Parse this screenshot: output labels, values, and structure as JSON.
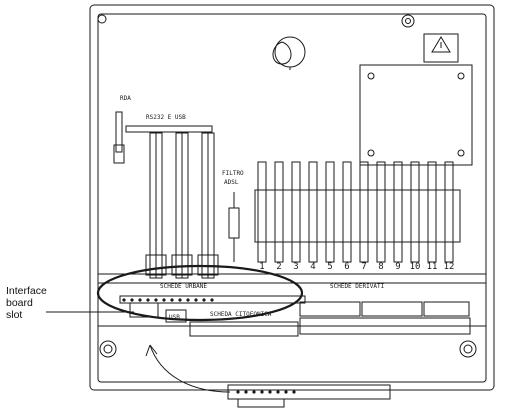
{
  "callout": {
    "lines": [
      "Interface",
      "board",
      "slot"
    ]
  },
  "labels": {
    "rda": "RDA",
    "rs232_usb": "RS232 E USB",
    "filtro": "FILTRO",
    "adsl": "ADSL",
    "schede_urbane": "SCHEDE URBANE",
    "schede_derivati": "SCHEDE DERIVATI",
    "scheda_citofonica": "SCHEDA CITOFONICA",
    "usb": "USB",
    "slot_numbers": [
      "1",
      "2",
      "3",
      "4",
      "5",
      "6",
      "7",
      "8",
      "9",
      "10",
      "11",
      "12"
    ]
  },
  "colors": {
    "line": "#1a1a1a",
    "panel": "#ffffff"
  }
}
